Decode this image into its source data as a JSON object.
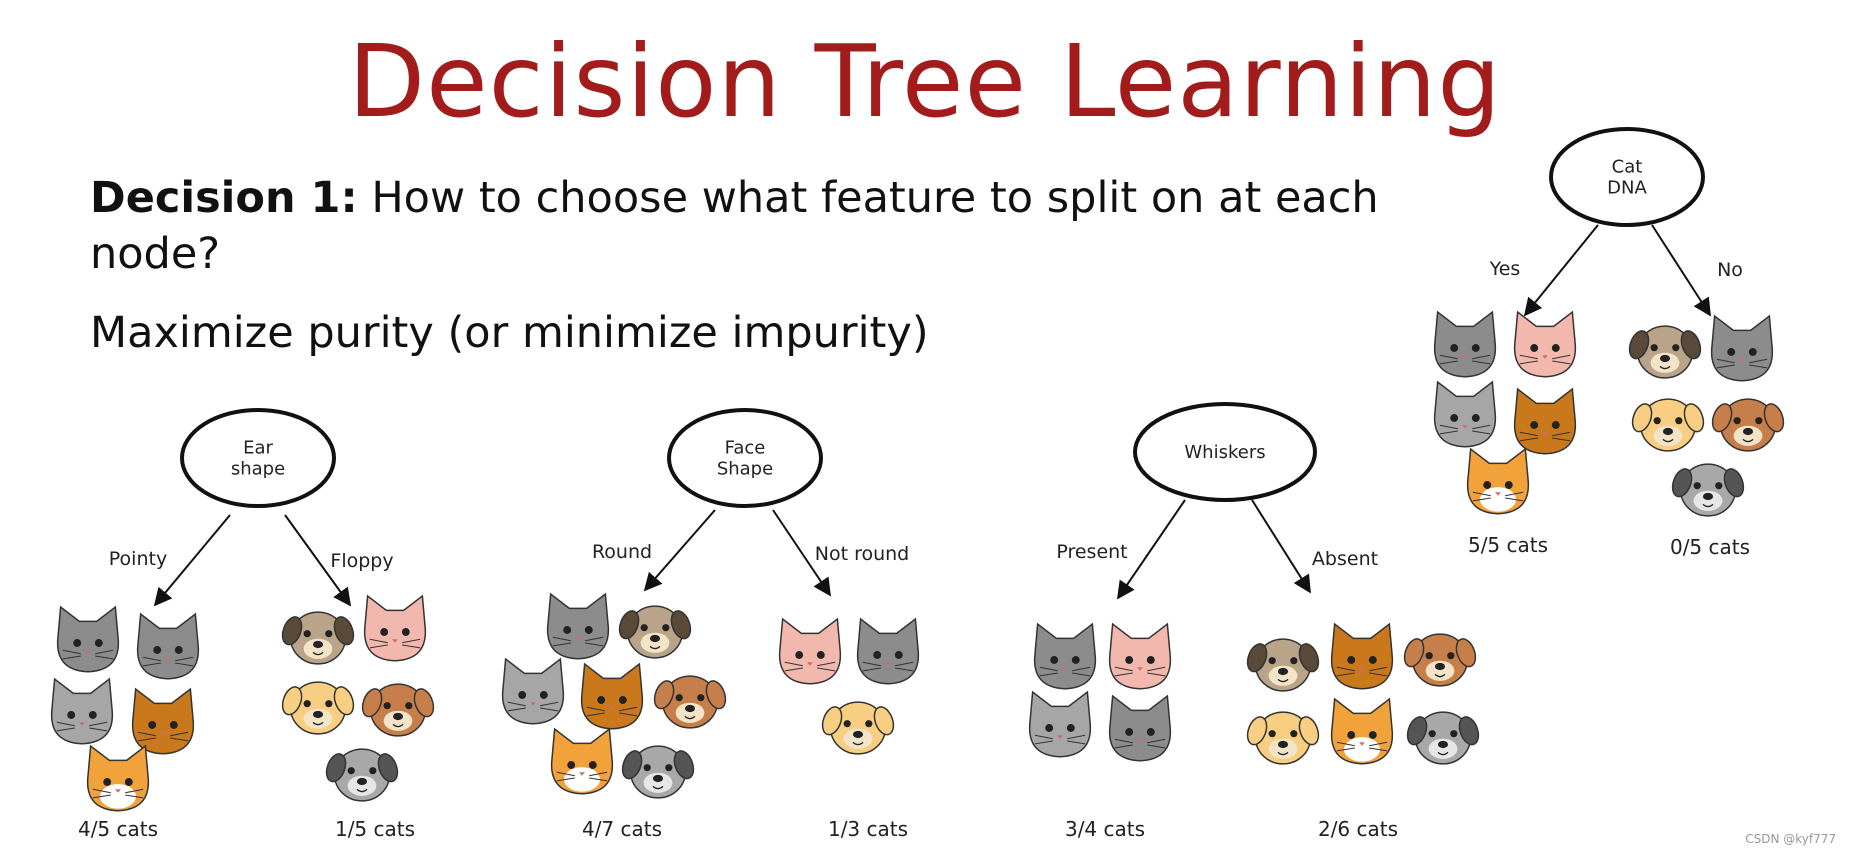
{
  "title": "Decision Tree Learning",
  "decision1": {
    "label": "Decision 1:",
    "question": " How to choose what feature to split on at each node?"
  },
  "purity_text": "Maximize purity (or minimize impurity)",
  "trees": [
    {
      "node_lines": [
        "Ear",
        "shape"
      ],
      "left_label": "Pointy",
      "right_label": "Floppy",
      "left_count": "4/5 cats",
      "right_count": "1/5 cats"
    },
    {
      "node_lines": [
        "Face",
        "Shape"
      ],
      "left_label": "Round",
      "right_label": "Not round",
      "left_count": "4/7 cats",
      "right_count": "1/3 cats"
    },
    {
      "node_lines": [
        "Whiskers"
      ],
      "left_label": "Present",
      "right_label": "Absent",
      "left_count": "3/4 cats",
      "right_count": "2/6 cats"
    },
    {
      "node_lines": [
        "Cat",
        "DNA"
      ],
      "left_label": "Yes",
      "right_label": "No",
      "left_count": "5/5 cats",
      "right_count": "0/5 cats"
    }
  ],
  "animal_icons": [
    "gray-cat",
    "gray-cat",
    "tabby-gray-cat",
    "orange-cat",
    "calico-cat",
    "pug-dog",
    "pink-cat",
    "yellow-dog",
    "brown-dog",
    "gray-dog"
  ],
  "colors": {
    "title": "#a31c1c",
    "gray_cat": "#8c8c8c",
    "orange_cat": "#c9781c",
    "calico_cat": "#f2a23a",
    "pink_cat": "#f2b8ad",
    "pug_dog": "#b9a48a",
    "yellow_dog": "#f8cf82",
    "brown_dog": "#c67f4b",
    "gray_dog": "#a8a8a8"
  },
  "watermark": "CSDN @kyf777"
}
